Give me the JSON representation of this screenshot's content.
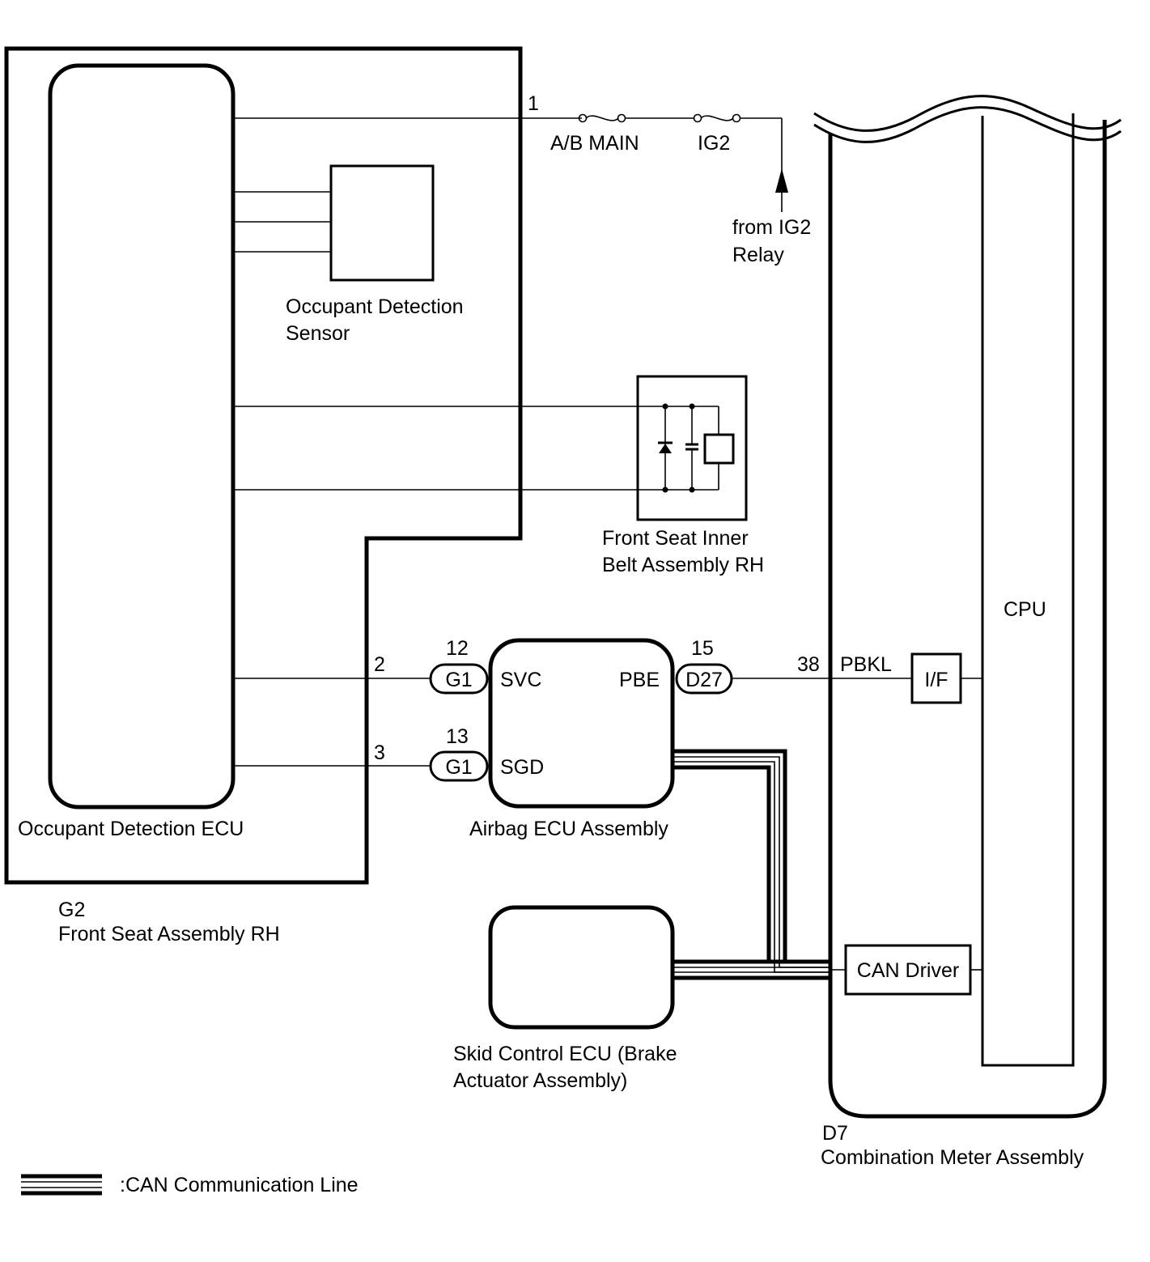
{
  "front_seat": {
    "connector": "G2",
    "name": "Front Seat Assembly RH",
    "ecu_label": "Occupant Detection ECU"
  },
  "sensor": {
    "label_line1": "Occupant Detection",
    "label_line2": "Sensor"
  },
  "belt": {
    "label_line1": "Front Seat Inner",
    "label_line2": "Belt Assembly RH"
  },
  "power": {
    "pin": "1",
    "fuse1": "A/B MAIN",
    "fuse2": "IG2",
    "source_line1": "from IG2",
    "source_line2": "Relay"
  },
  "airbag": {
    "label": "Airbag ECU Assembly",
    "svc_pin": "2",
    "svc_conn_pin": "12",
    "svc_conn": "G1",
    "svc": "SVC",
    "sgd_pin": "3",
    "sgd_conn_pin": "13",
    "sgd_conn": "G1",
    "sgd": "SGD",
    "pbe": "PBE",
    "pbe_conn_pin": "15",
    "pbe_conn": "D27"
  },
  "meter": {
    "connector": "D7",
    "name": "Combination Meter Assembly",
    "pin": "38",
    "signal": "PBKL",
    "if_label": "I/F",
    "cpu_label": "CPU",
    "can_driver": "CAN Driver"
  },
  "skid": {
    "label_line1": "Skid Control ECU (Brake",
    "label_line2": "Actuator Assembly)"
  },
  "legend": {
    "can_line": ":CAN Communication Line"
  }
}
